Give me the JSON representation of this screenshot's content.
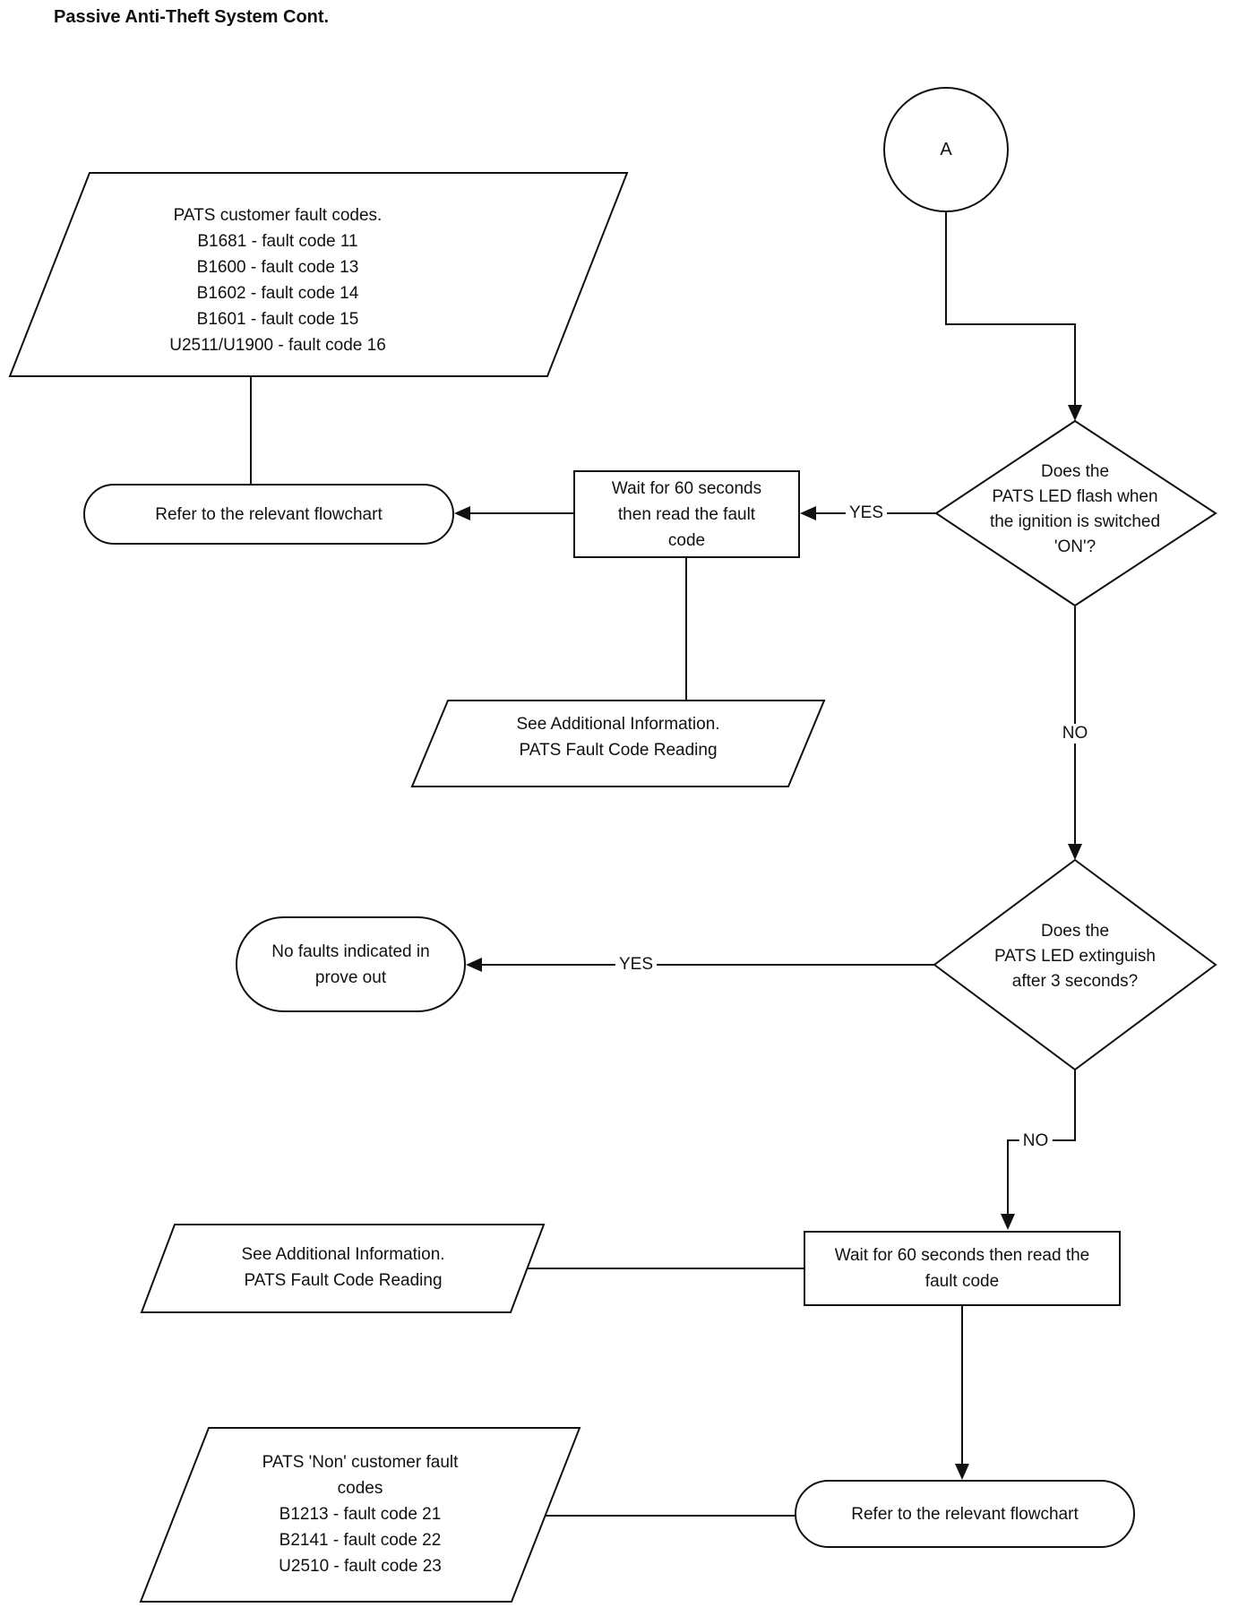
{
  "title": "Passive Anti-Theft System Cont.",
  "connector_a": {
    "label": "A"
  },
  "nodes": {
    "customer_codes": {
      "text": "PATS customer fault codes.\nB1681 - fault code 11\nB1600 - fault code 13\nB1602 - fault code 14\nB1601 - fault code 15\nU2511/U1900 - fault code 16"
    },
    "refer_flowchart_1": {
      "text": "Refer to the relevant flowchart"
    },
    "wait_60_1": {
      "text": "Wait for 60 seconds\nthen read the fault\ncode"
    },
    "led_flash_decision": {
      "text": "Does the\nPATS LED flash when\nthe ignition is switched\n'ON'?"
    },
    "see_info_1": {
      "text": "See Additional Information.\nPATS Fault Code Reading"
    },
    "led_extinguish_decision": {
      "text": "Does the\nPATS LED extinguish\nafter 3 seconds?"
    },
    "no_faults": {
      "text": "No faults indicated in\nprove out"
    },
    "see_info_2": {
      "text": "See Additional Information.\nPATS Fault Code Reading"
    },
    "wait_60_2": {
      "text": "Wait for 60 seconds then read the\nfault code"
    },
    "non_customer_codes": {
      "text": "PATS 'Non' customer fault\ncodes\nB1213 - fault code 21\nB2141 - fault code 22\nU2510 - fault code 23"
    },
    "refer_flowchart_2": {
      "text": "Refer to the relevant flowchart"
    }
  },
  "edge_labels": {
    "yes1": "YES",
    "no1": "NO",
    "yes2": "YES",
    "no2": "NO"
  },
  "colors": {
    "line": "#111111",
    "background": "#ffffff"
  }
}
